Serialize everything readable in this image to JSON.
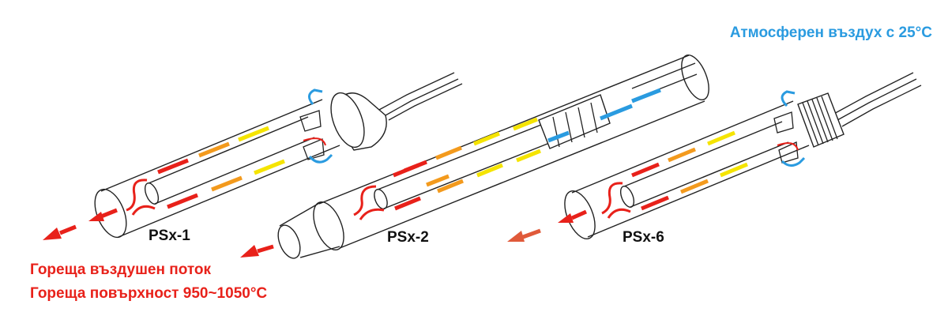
{
  "labels": {
    "ambient_air": "Атмосферен въздух с 25°C",
    "hot_air_flow": "Гореща въздушен поток",
    "hot_surface": "Гореща повърхност 950~1050°C"
  },
  "models": [
    {
      "name": "PSx-1"
    },
    {
      "name": "PSx-2"
    },
    {
      "name": "PSx-6"
    }
  ],
  "colors": {
    "ambient_blue": "#2a9be0",
    "hot_red": "#e8211a",
    "warm_orange": "#f39a1d",
    "warm_yellow": "#f5e400",
    "outline": "#222222"
  }
}
